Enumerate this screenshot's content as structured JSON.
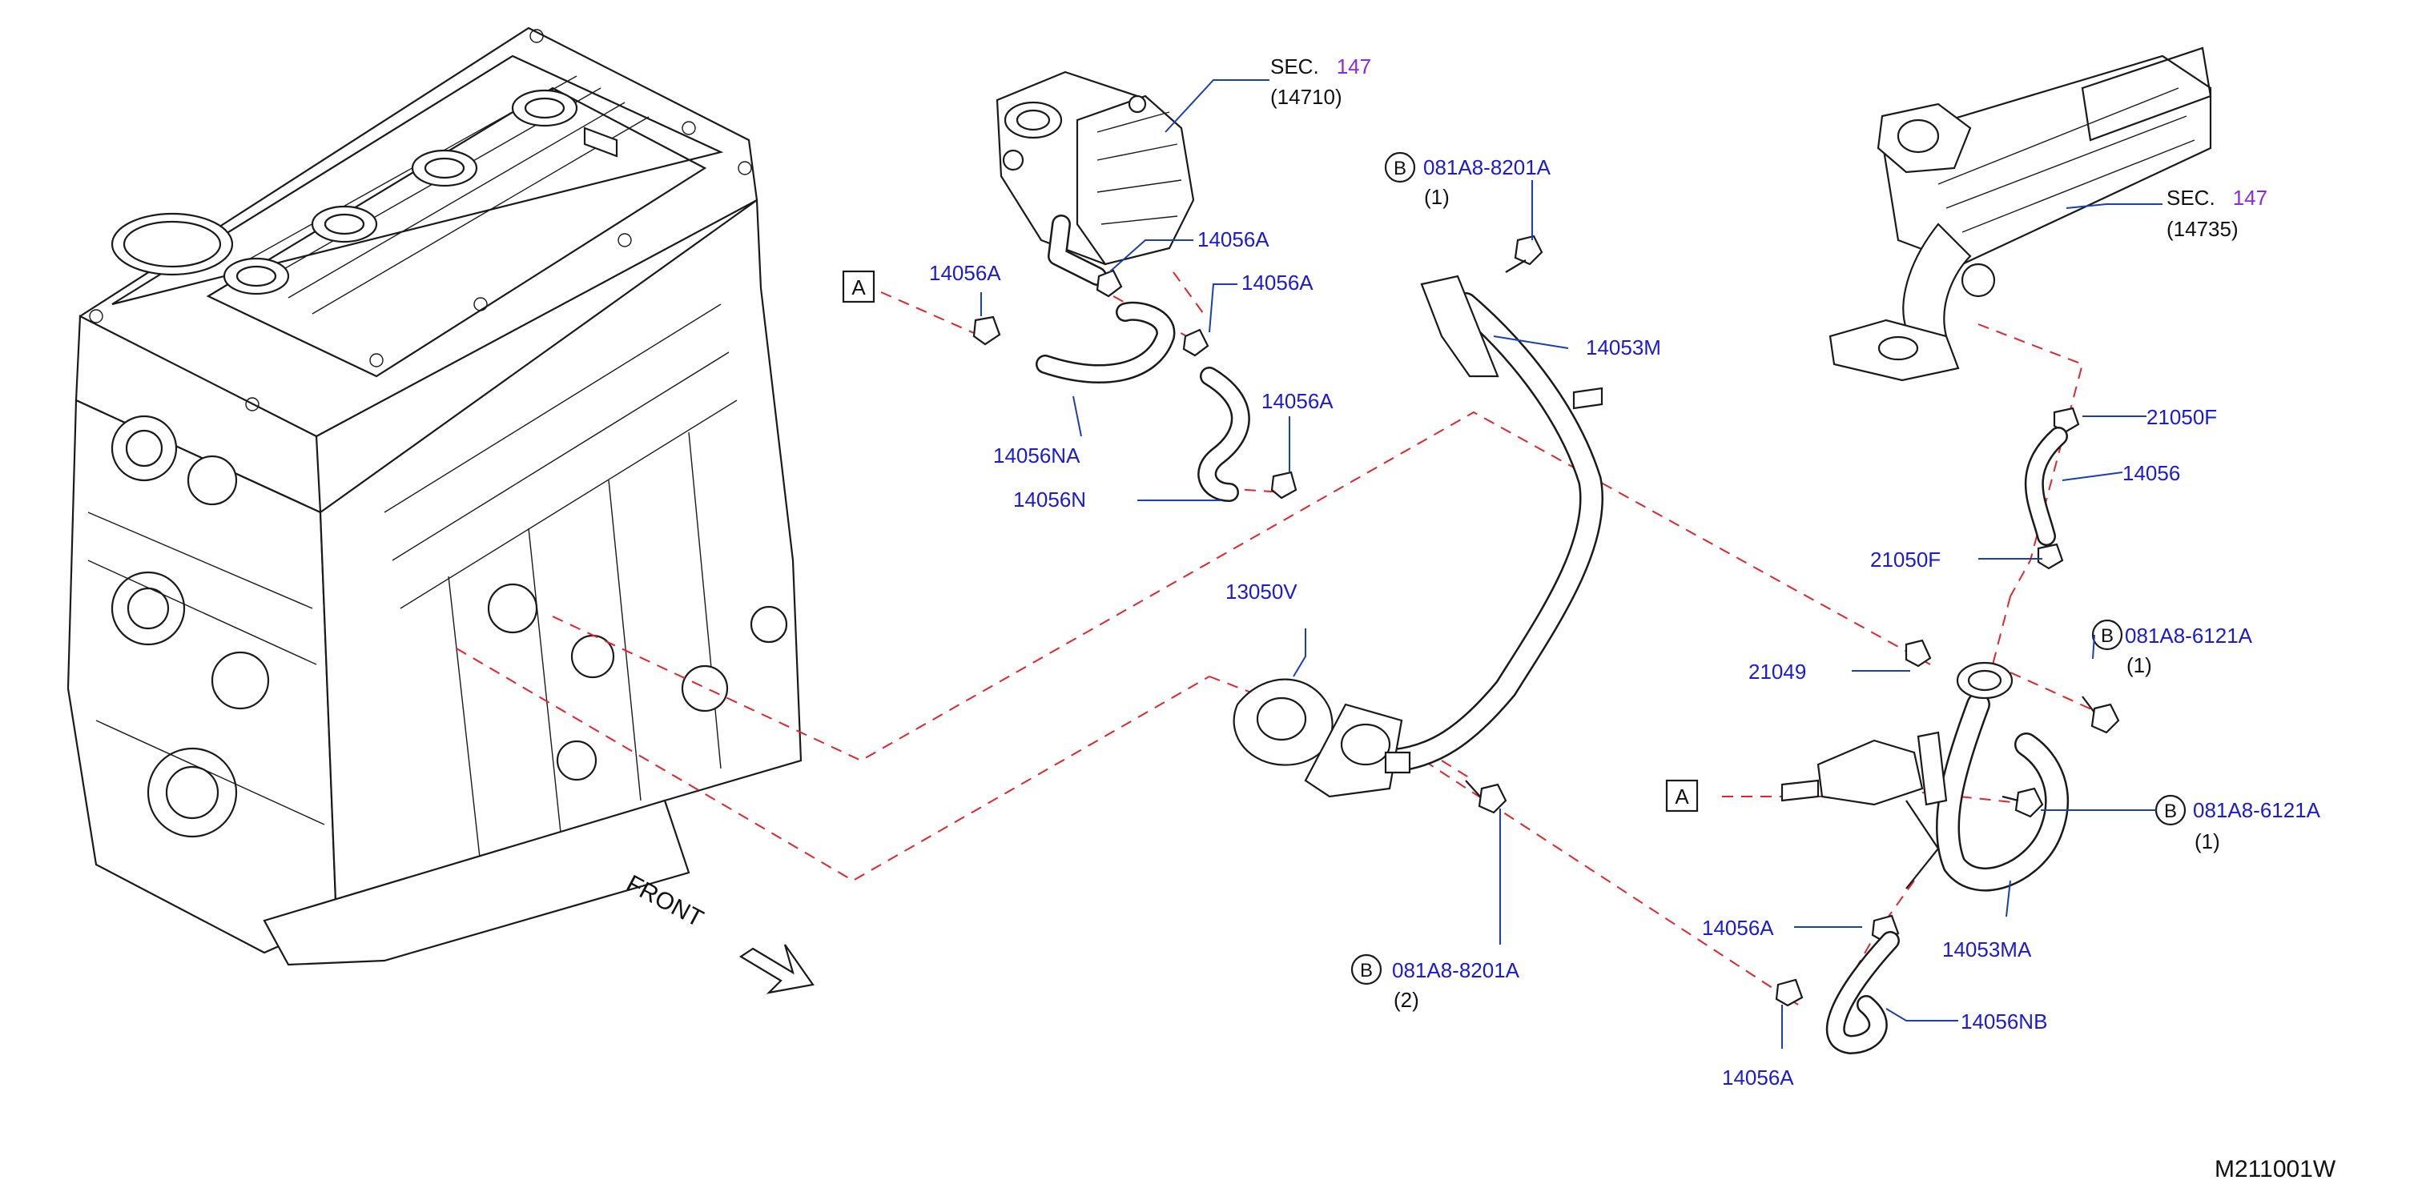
{
  "diagram_code": "M211001W",
  "front_label": "FRONT",
  "ref_a": "A",
  "ref_b": "B",
  "sec_prefix": "SEC.",
  "sec_147_upper": {
    "num": "147",
    "part": "(14710)"
  },
  "sec_147_right": {
    "num": "147",
    "part": "(14735)"
  },
  "parts": {
    "p14056a_1": "14056A",
    "p14056a_2": "14056A",
    "p14056a_3": "14056A",
    "p14056a_4": "14056A",
    "p14056a_5": "14056A",
    "p14056a_6": "14056A",
    "p14056na": "14056NA",
    "p14056n": "14056N",
    "p13050v": "13050V",
    "p14053m": "14053M",
    "p21050f_1": "21050F",
    "p21050f_2": "21050F",
    "p14056": "14056",
    "p21049": "21049",
    "p14053ma": "14053MA",
    "p14056nb": "14056NB"
  },
  "bolts": {
    "b1": {
      "pn": "081A8-8201A",
      "qty": "(1)"
    },
    "b2": {
      "pn": "081A8-6121A",
      "qty": "(1)"
    },
    "b3": {
      "pn": "081A8-6121A",
      "qty": "(1)"
    },
    "b4": {
      "pn": "081A8-8201A",
      "qty": "(2)"
    }
  },
  "colors": {
    "part_number": "#1a1ad6",
    "section_number": "#8a2be2",
    "leader": "#1a3fb0",
    "phantom_line": "#e0262b",
    "linework": "#1a1a1a"
  }
}
